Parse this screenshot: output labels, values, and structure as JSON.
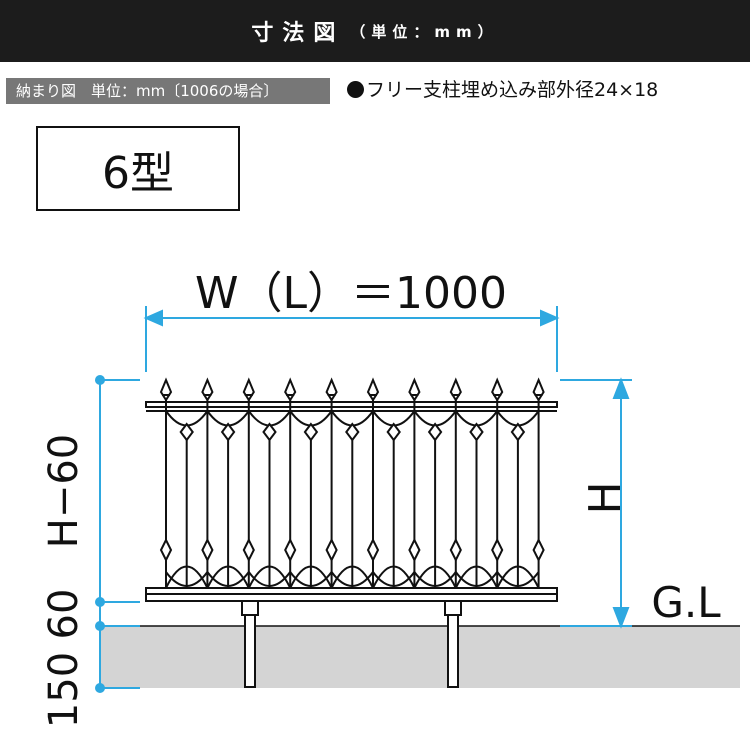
{
  "header": {
    "title": "寸法図",
    "unit": "（単位：mm）"
  },
  "subheader": {
    "label": "納まり図　単位：mm〔1006の場合〕"
  },
  "note": {
    "text": "フリー支柱埋め込み部外径24×18"
  },
  "model": {
    "label": "6型"
  },
  "dims": {
    "width_label": "W（L）＝1000",
    "height_label": "H",
    "ground_label": "G.L",
    "left_upper": "H−60",
    "left_mid": "60",
    "left_lower": "150"
  },
  "colors": {
    "dimension": "#2ea8e0",
    "ground": "#d4d4d4",
    "fence": "#111111",
    "header_bg": "#1c1c1c",
    "subheader_bg": "#777777"
  }
}
